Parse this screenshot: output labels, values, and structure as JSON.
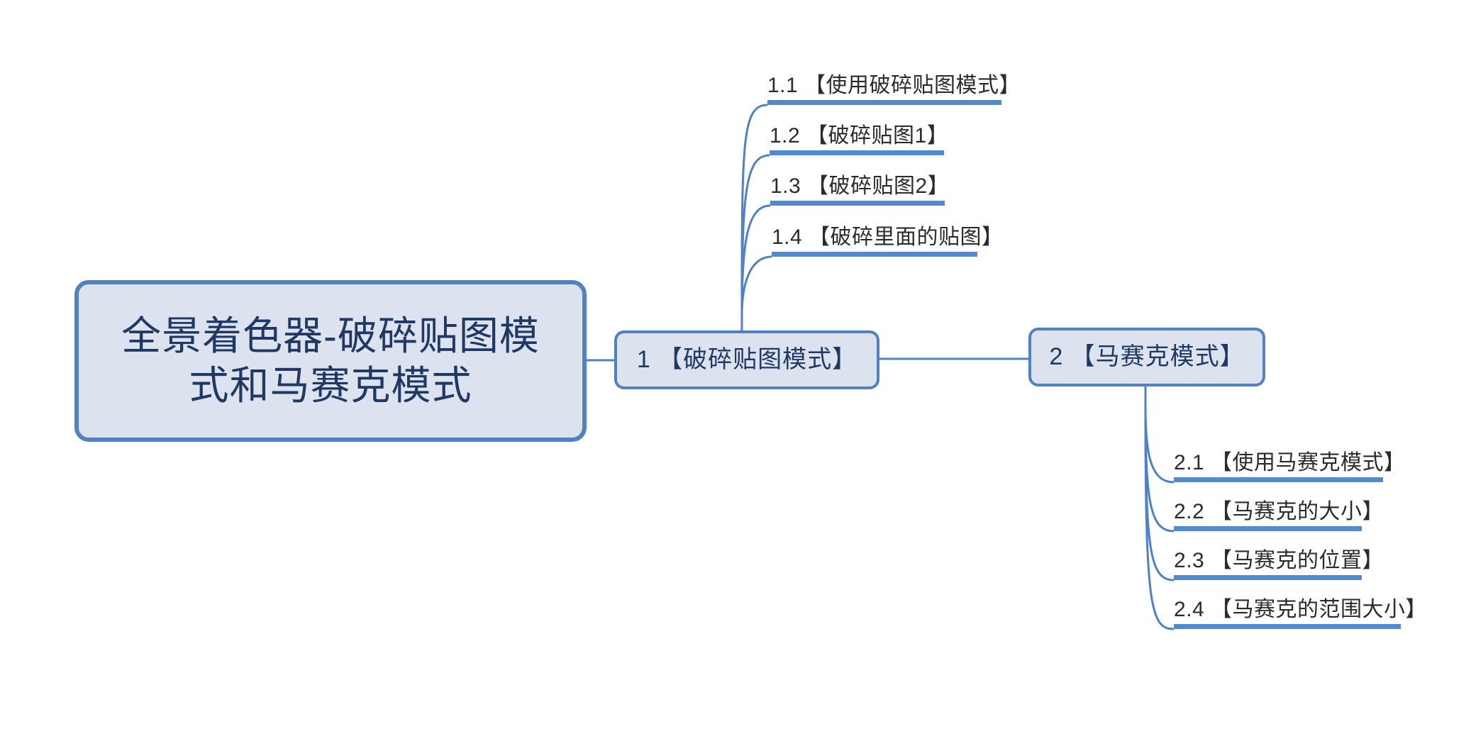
{
  "diagram": {
    "type": "mindmap",
    "title": "全景着色器-破碎贴图模式和马赛克模式",
    "root": {
      "label": "全景着色器-破碎贴图模\n式和马赛克模式"
    },
    "branches": [
      {
        "label": "1 【破碎贴图模式】",
        "children": [
          {
            "label": "1.1 【使用破碎贴图模式】"
          },
          {
            "label": "1.2 【破碎贴图1】"
          },
          {
            "label": "1.3 【破碎贴图2】"
          },
          {
            "label": "1.4 【破碎里面的贴图】"
          }
        ]
      },
      {
        "label": "2 【马赛克模式】",
        "children": [
          {
            "label": "2.1 【使用马赛克模式】"
          },
          {
            "label": "2.2 【马赛克的大小】"
          },
          {
            "label": "2.3 【马赛克的位置】"
          },
          {
            "label": "2.4 【马赛克的范围大小】"
          }
        ]
      }
    ]
  },
  "colors": {
    "node_fill": "#dce3ef",
    "node_border": "#4f81c7",
    "node_text": "#1f3864",
    "leaf_text": "#2b2b2b",
    "underline_bar": "#5089d4",
    "connector": "#4f81c7",
    "background": "#ffffff"
  }
}
